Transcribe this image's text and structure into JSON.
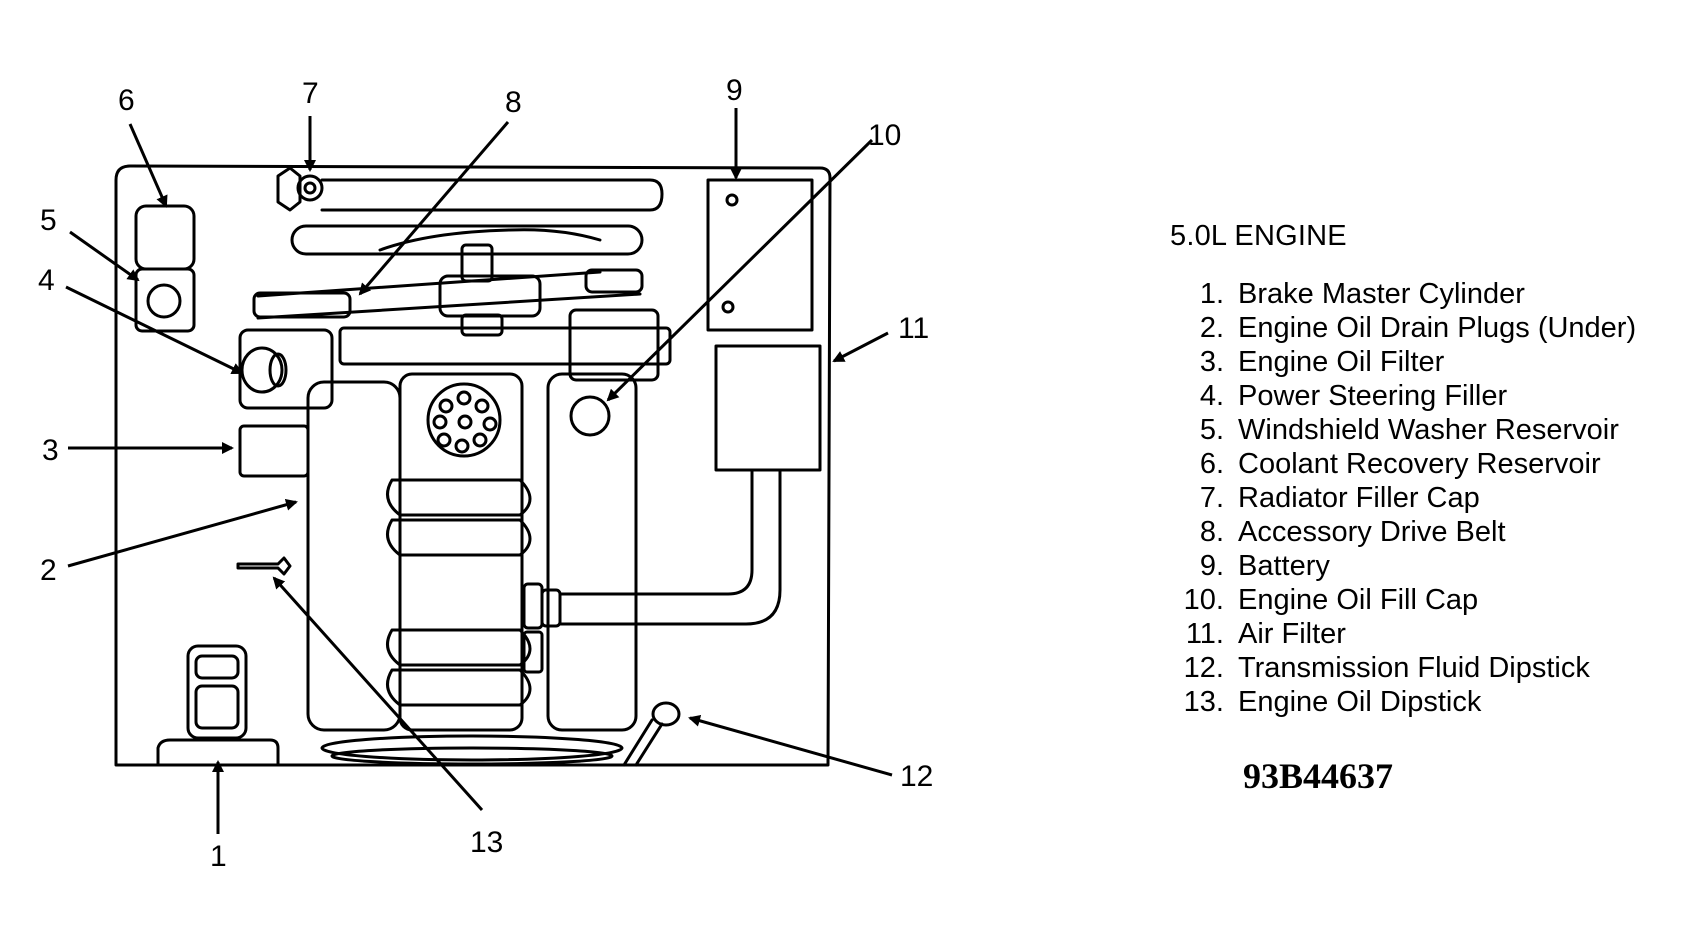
{
  "legend": {
    "title": "5.0L ENGINE",
    "items": [
      {
        "num": "1.",
        "label": "Brake Master Cylinder"
      },
      {
        "num": "2.",
        "label": "Engine Oil Drain Plugs (Under)"
      },
      {
        "num": "3.",
        "label": "Engine Oil Filter"
      },
      {
        "num": "4.",
        "label": "Power Steering Filler"
      },
      {
        "num": "5.",
        "label": "Windshield Washer Reservoir"
      },
      {
        "num": "6.",
        "label": "Coolant Recovery Reservoir"
      },
      {
        "num": "7.",
        "label": "Radiator Filler Cap"
      },
      {
        "num": "8.",
        "label": "Accessory Drive Belt"
      },
      {
        "num": "9.",
        "label": "Battery"
      },
      {
        "num": "10.",
        "label": "Engine Oil Fill Cap"
      },
      {
        "num": "11.",
        "label": "Air Filter"
      },
      {
        "num": "12.",
        "label": "Transmission Fluid Dipstick"
      },
      {
        "num": "13.",
        "label": "Engine Oil Dipstick"
      }
    ]
  },
  "callouts": [
    "1",
    "2",
    "3",
    "4",
    "5",
    "6",
    "7",
    "8",
    "9",
    "10",
    "11",
    "12",
    "13"
  ],
  "figure_code": "93B44637"
}
